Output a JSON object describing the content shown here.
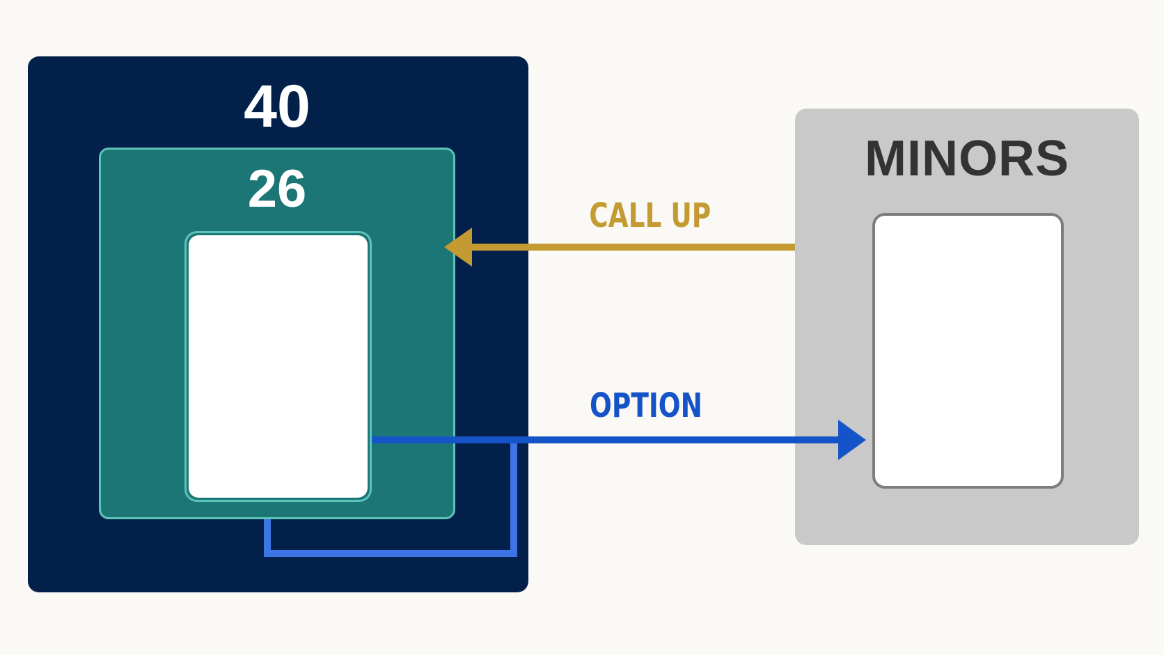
{
  "roster_40": {
    "label": "40"
  },
  "roster_26": {
    "label": "26"
  },
  "minors": {
    "label": "MINORS"
  },
  "call_up": {
    "label": "CALL UP"
  },
  "option": {
    "label": "OPTION"
  },
  "colors": {
    "roster_40_fill": "#03204a",
    "roster_26_fill": "#1d7676",
    "roster_26_border": "#5bc3b8",
    "minors_fill": "#c9c9c9",
    "call_up": "#c49a32",
    "option": "#1554c8",
    "option_loop": "#3d74e6"
  }
}
